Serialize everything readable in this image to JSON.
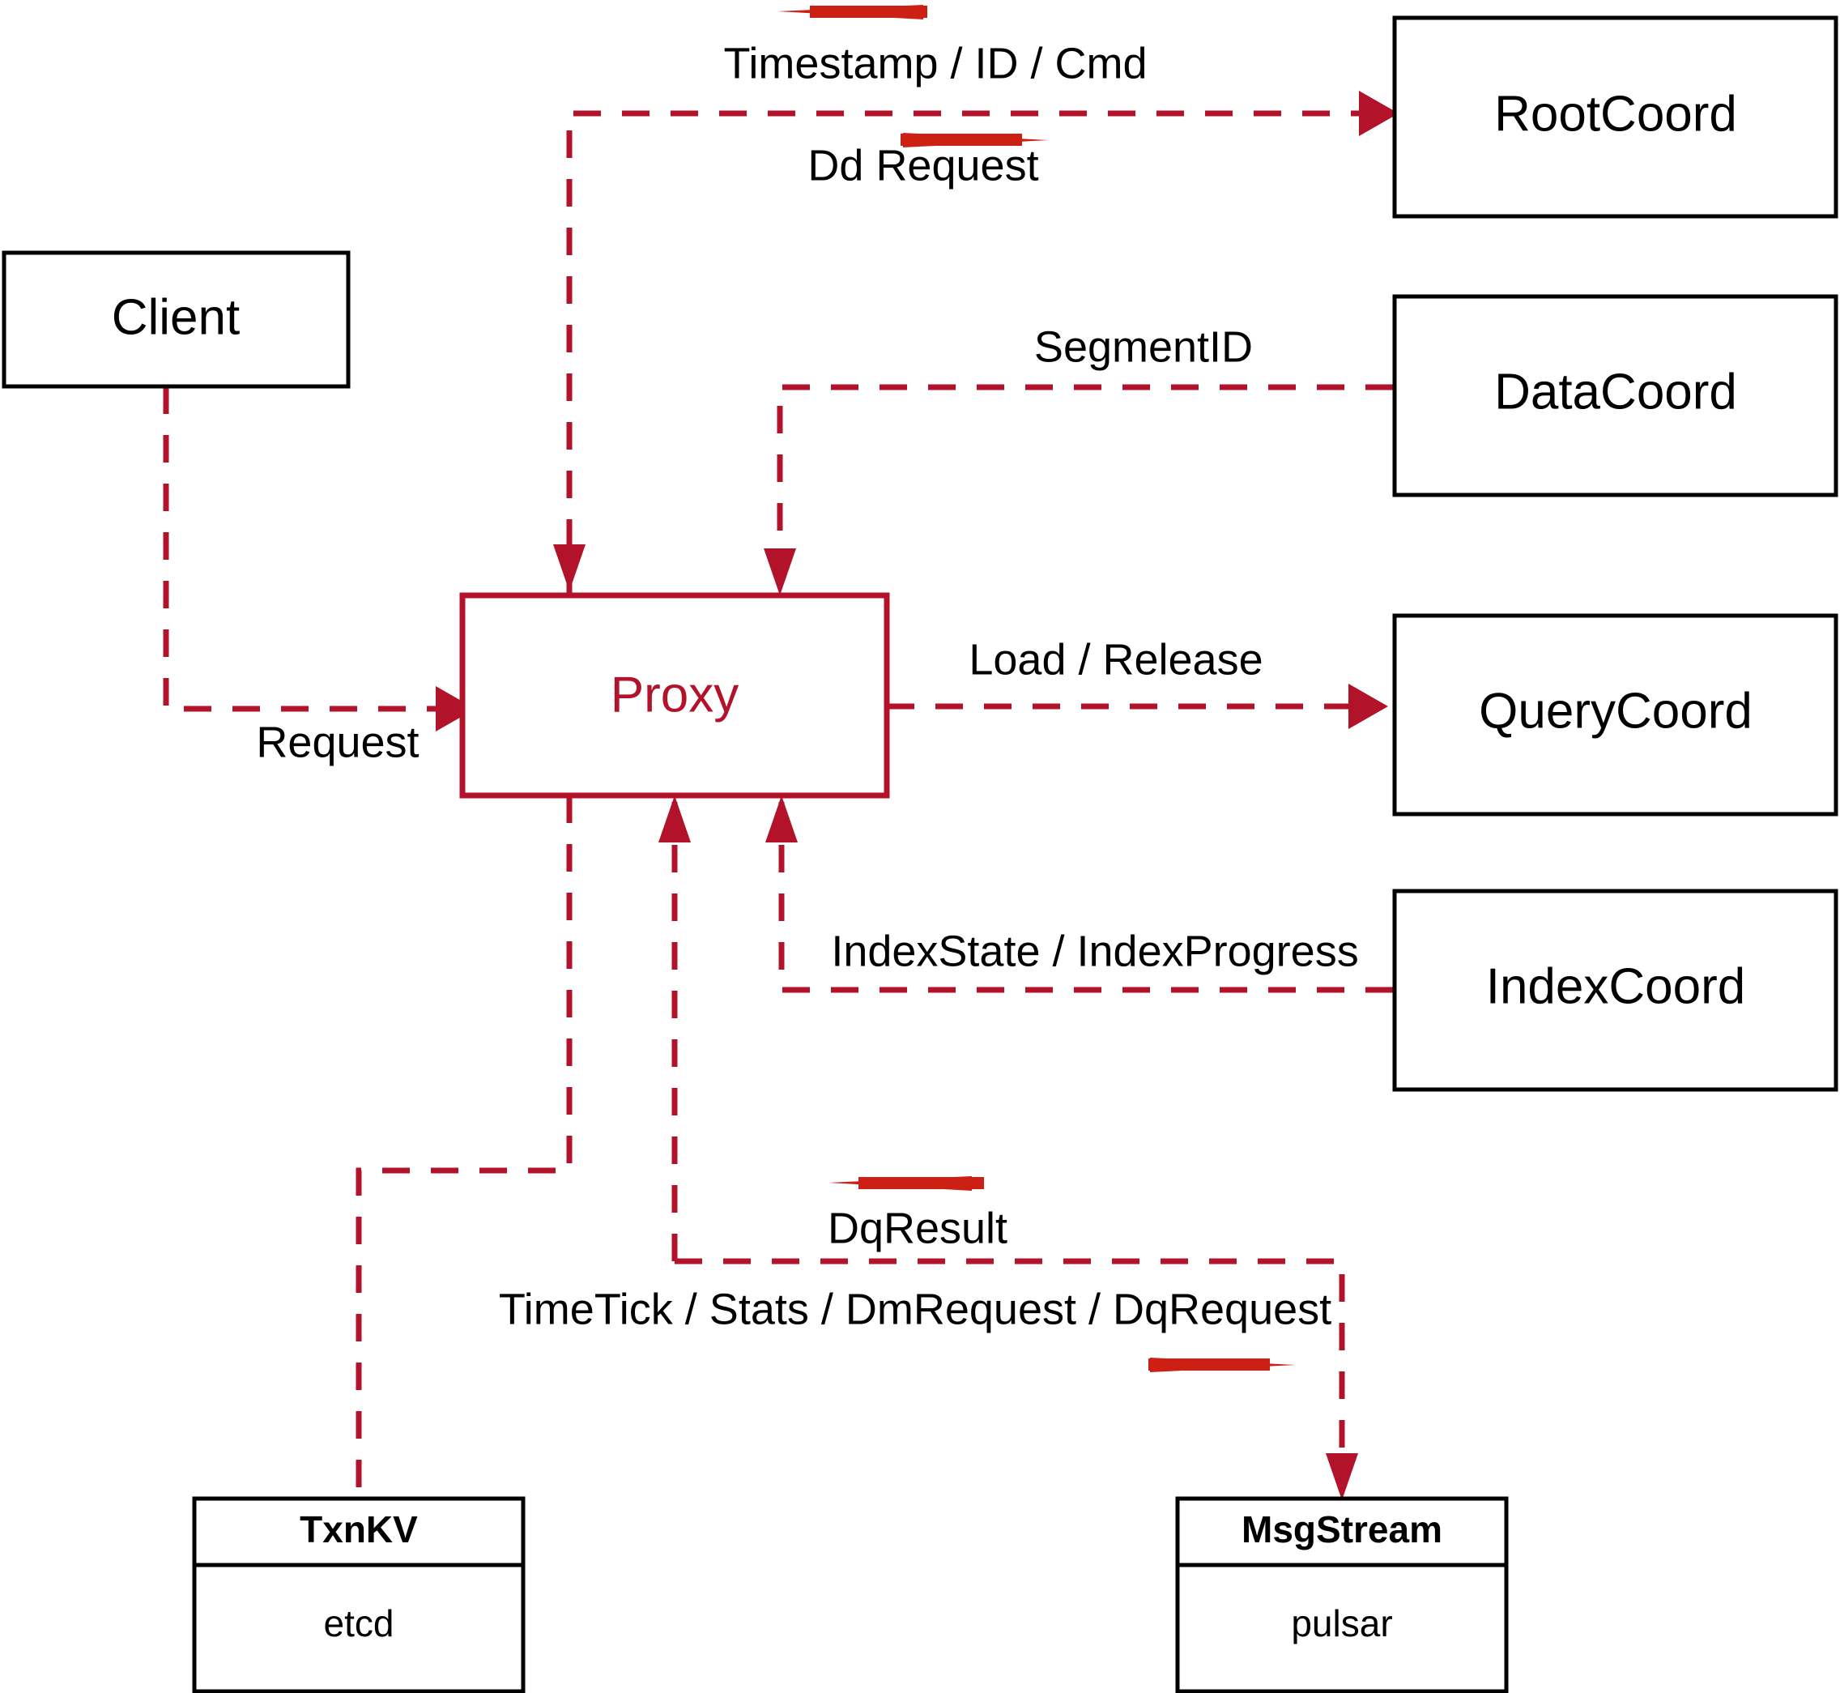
{
  "diagram": {
    "title": "Proxy component interaction diagram",
    "colors": {
      "node_stroke": "#000000",
      "proxy_stroke": "#b3122b",
      "flow_line": "#b3122b",
      "direction_arrow": "#cc2015",
      "background": "#ffffff"
    },
    "nodes": [
      {
        "id": "client",
        "label": "Client",
        "sublabel": "",
        "style": "plain"
      },
      {
        "id": "proxy",
        "label": "Proxy",
        "sublabel": "",
        "style": "accent"
      },
      {
        "id": "rootcoord",
        "label": "RootCoord",
        "sublabel": "",
        "style": "plain"
      },
      {
        "id": "datacoord",
        "label": "DataCoord",
        "sublabel": "",
        "style": "plain"
      },
      {
        "id": "querycoord",
        "label": "QueryCoord",
        "sublabel": "",
        "style": "plain"
      },
      {
        "id": "indexcoord",
        "label": "IndexCoord",
        "sublabel": "",
        "style": "plain"
      },
      {
        "id": "txnkv",
        "label": "TxnKV",
        "sublabel": "etcd",
        "style": "compartment"
      },
      {
        "id": "msgstream",
        "label": "MsgStream",
        "sublabel": "pulsar",
        "style": "compartment"
      }
    ],
    "edges": [
      {
        "id": "e-client-proxy",
        "label": "Request",
        "from": "client",
        "to": "proxy"
      },
      {
        "id": "e-rootcoord-in",
        "label": "Timestamp / ID / Cmd",
        "from": "rootcoord",
        "to": "proxy",
        "direction": "left"
      },
      {
        "id": "e-rootcoord-out",
        "label": "Dd Request",
        "from": "proxy",
        "to": "rootcoord",
        "direction": "right"
      },
      {
        "id": "e-datacoord",
        "label": "SegmentID",
        "from": "datacoord",
        "to": "proxy"
      },
      {
        "id": "e-querycoord",
        "label": "Load / Release",
        "from": "proxy",
        "to": "querycoord"
      },
      {
        "id": "e-indexcoord",
        "label": "IndexState / IndexProgress",
        "from": "indexcoord",
        "to": "proxy"
      },
      {
        "id": "e-txnkv",
        "label": "",
        "from": "proxy",
        "to": "txnkv"
      },
      {
        "id": "e-msgstream-in",
        "label": "DqResult",
        "from": "msgstream",
        "to": "proxy",
        "direction": "left"
      },
      {
        "id": "e-msgstream-out",
        "label": "TimeTick / Stats / DmRequest / DqRequest",
        "from": "proxy",
        "to": "msgstream",
        "direction": "right"
      }
    ]
  }
}
